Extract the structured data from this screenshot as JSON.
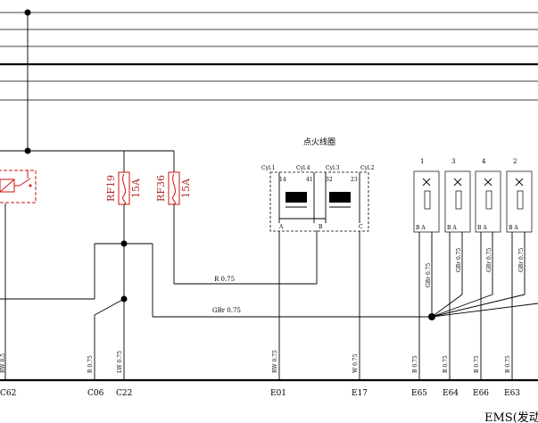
{
  "coil": {
    "title": "点火线圈",
    "pins_top": [
      "Cyl.1",
      "Cyl.4",
      "Cyl.3",
      "Cyl.2"
    ],
    "pin_nums": [
      "14",
      "41",
      "32",
      "23"
    ],
    "pins_bottom": [
      "A",
      "B",
      "C"
    ]
  },
  "fuses": [
    {
      "name": "RF19",
      "rating": "15A"
    },
    {
      "name": "RF36",
      "rating": "15A"
    }
  ],
  "wire_labels": {
    "r075_mid": "R 0.75",
    "gbr075_mid": "GBr 0.75"
  },
  "bottom_wires": [
    {
      "label": "RW 0.5",
      "connector": "C62"
    },
    {
      "label": "R 0.75",
      "connector": "C06"
    },
    {
      "label": "LW 0.75",
      "connector": "C22"
    },
    {
      "label": "RW 0.75",
      "connector": "E01"
    },
    {
      "label": "W 0.75",
      "connector": "E17"
    },
    {
      "label": "B 0.75",
      "connector": "E65"
    },
    {
      "label": "B 0.75",
      "connector": "E64"
    },
    {
      "label": "B 0.75",
      "connector": "E66"
    },
    {
      "label": "B 0.75",
      "connector": "E63"
    }
  ],
  "injectors": [
    {
      "cyl": "1",
      "pins": "B A",
      "wire": "GBr 0.75"
    },
    {
      "cyl": "3",
      "pins": "B A",
      "wire": "GBr 0.75"
    },
    {
      "cyl": "4",
      "pins": "B A",
      "wire": "GBr 0.75"
    },
    {
      "cyl": "2",
      "pins": "B A",
      "wire": "GBr 0.75"
    }
  ],
  "footer": "EMS(发动"
}
